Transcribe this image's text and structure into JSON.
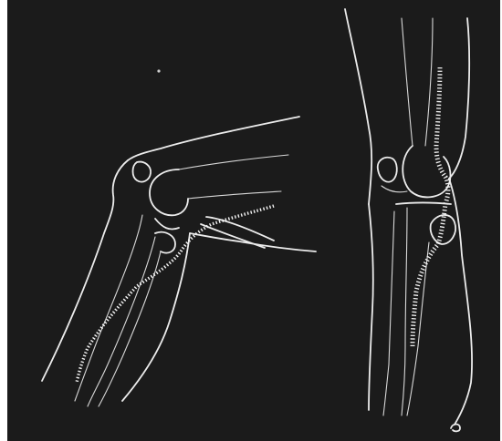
{
  "figure": {
    "views": [
      {
        "id": "flexed",
        "icon": "knee-flexed-lateral-drawing"
      },
      {
        "id": "extended",
        "icon": "knee-extended-lateral-drawing"
      }
    ],
    "colors": {
      "background": "#1b1b1b",
      "lines": "#ececec",
      "frame": "#ffffff"
    }
  }
}
